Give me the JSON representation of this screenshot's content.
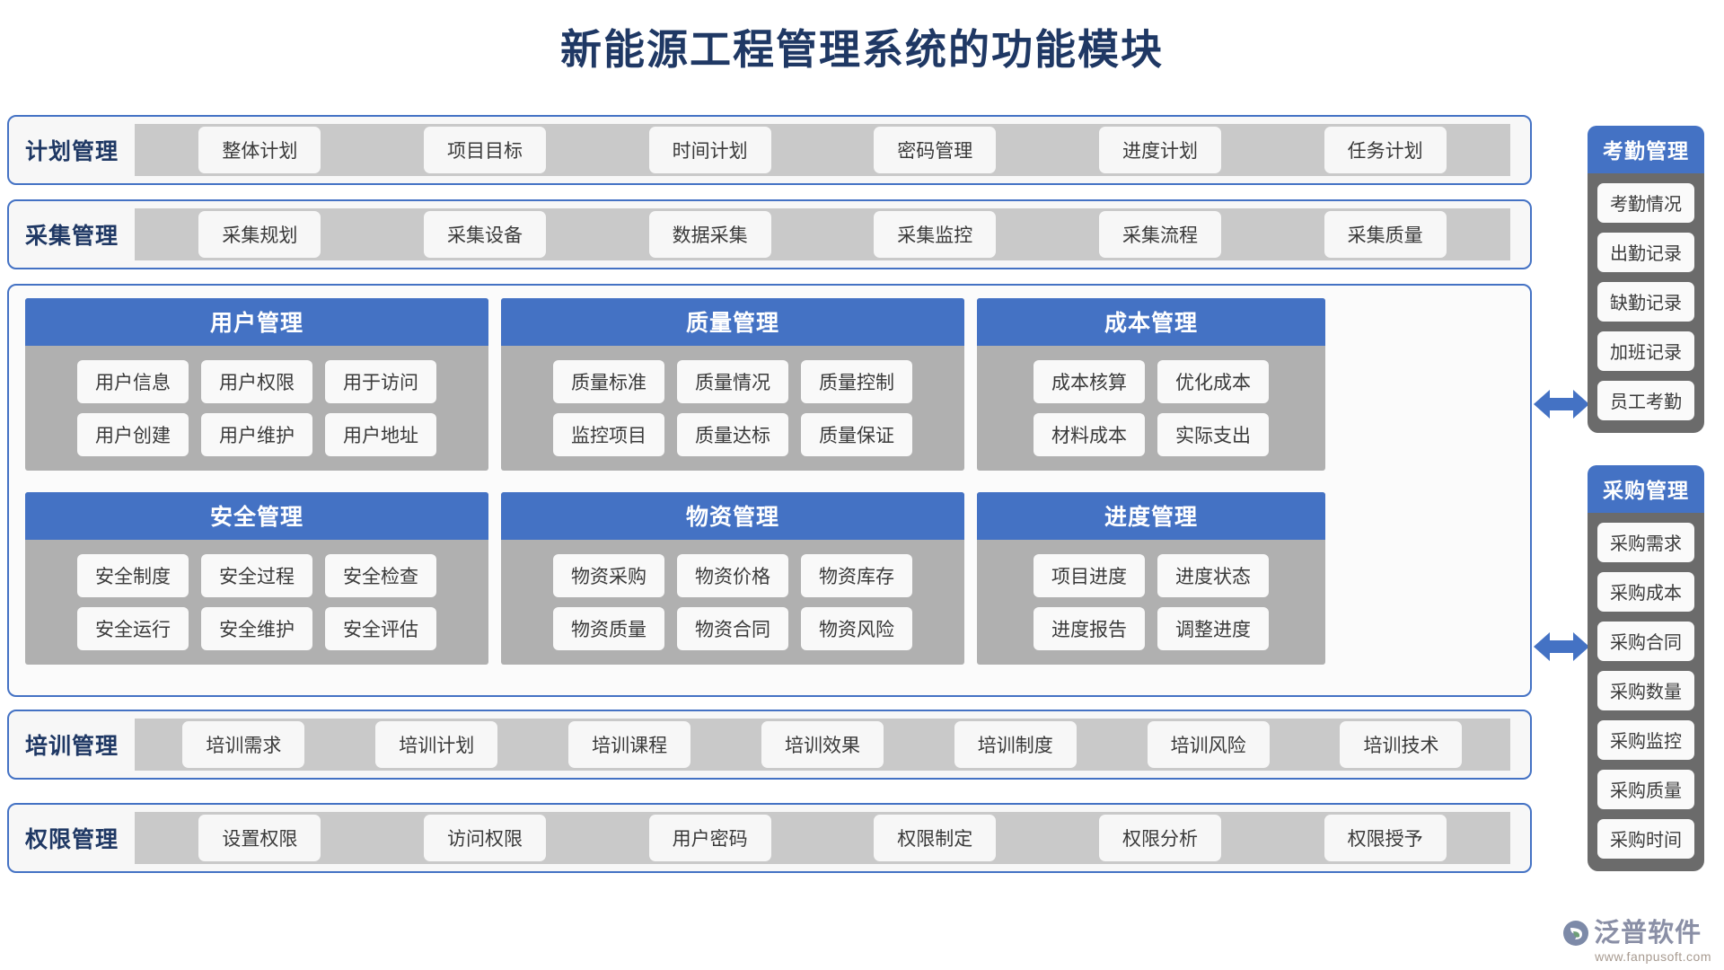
{
  "page": {
    "title": "新能源工程管理系统的功能模块",
    "title_color": "#1F3864",
    "accent_color": "#4472C4",
    "module_body_color": "#B0B0B0",
    "sidebar_color": "#6B6B6B"
  },
  "top_bands": [
    {
      "label": "计划管理",
      "items": [
        "整体计划",
        "项目目标",
        "时间计划",
        "密码管理",
        "进度计划",
        "任务计划"
      ]
    },
    {
      "label": "采集管理",
      "items": [
        "采集规划",
        "采集设备",
        "数据采集",
        "采集监控",
        "采集流程",
        "采集质量"
      ]
    }
  ],
  "center_modules": {
    "row1": [
      {
        "title": "用户管理",
        "items": [
          "用户信息",
          "用户权限",
          "用于访问",
          "用户创建",
          "用户维护",
          "用户地址"
        ]
      },
      {
        "title": "质量管理",
        "items": [
          "质量标准",
          "质量情况",
          "质量控制",
          "监控项目",
          "质量达标",
          "质量保证"
        ]
      },
      {
        "title": "成本管理",
        "items": [
          "成本核算",
          "优化成本",
          "材料成本",
          "实际支出"
        ]
      }
    ],
    "row2": [
      {
        "title": "安全管理",
        "items": [
          "安全制度",
          "安全过程",
          "安全检查",
          "安全运行",
          "安全维护",
          "安全评估"
        ]
      },
      {
        "title": "物资管理",
        "items": [
          "物资采购",
          "物资价格",
          "物资库存",
          "物资质量",
          "物资合同",
          "物资风险"
        ]
      },
      {
        "title": "进度管理",
        "items": [
          "项目进度",
          "进度状态",
          "进度报告",
          "调整进度"
        ]
      }
    ]
  },
  "bottom_bands": [
    {
      "label": "培训管理",
      "items": [
        "培训需求",
        "培训计划",
        "培训课程",
        "培训效果",
        "培训制度",
        "培训风险",
        "培训技术"
      ]
    },
    {
      "label": "权限管理",
      "items": [
        "设置权限",
        "访问权限",
        "用户密码",
        "权限制定",
        "权限分析",
        "权限授予"
      ]
    }
  ],
  "sidebars": [
    {
      "title": "考勤管理",
      "items": [
        "考勤情况",
        "出勤记录",
        "缺勤记录",
        "加班记录",
        "员工考勤"
      ]
    },
    {
      "title": "采购管理",
      "items": [
        "采购需求",
        "采购成本",
        "采购合同",
        "采购数量",
        "采购监控",
        "采购质量",
        "采购时间"
      ]
    }
  ],
  "logo": {
    "name": "泛普软件",
    "url": "www.fanpusoft.com"
  }
}
